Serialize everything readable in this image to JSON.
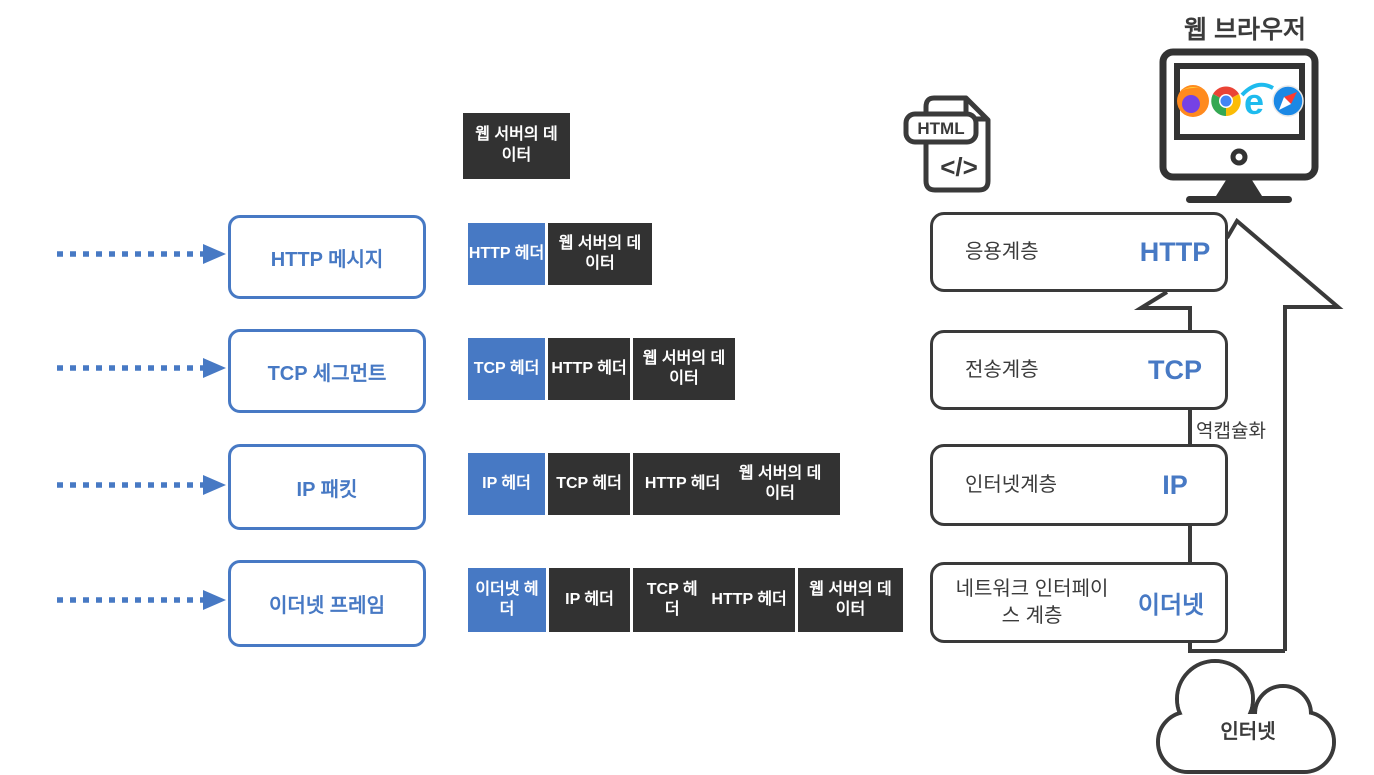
{
  "colors": {
    "accent_blue": "#4779c4",
    "block_dark": "#323232",
    "line_dark": "#3a3a3a"
  },
  "browser": {
    "title": "웹 브라우저"
  },
  "source_data_block": {
    "label": "웹 서버의 데이터"
  },
  "left_units": [
    {
      "label": "HTTP 메시지"
    },
    {
      "label": "TCP 세그먼트"
    },
    {
      "label": "IP 패킷"
    },
    {
      "label": "이더넷 프레임"
    }
  ],
  "pdu_rows": [
    {
      "segments": [
        {
          "style": "blue",
          "labels": [
            "HTTP 헤더"
          ]
        },
        {
          "style": "dark",
          "labels": [
            "웹 서버의 데이터"
          ]
        }
      ]
    },
    {
      "segments": [
        {
          "style": "blue",
          "labels": [
            "TCP 헤더"
          ]
        },
        {
          "style": "dark",
          "labels": [
            "HTTP 헤더"
          ]
        },
        {
          "style": "dark",
          "labels": [
            "웹 서버의 데이터"
          ]
        }
      ]
    },
    {
      "segments": [
        {
          "style": "blue",
          "labels": [
            "IP 헤더"
          ]
        },
        {
          "style": "dark",
          "labels": [
            "TCP 헤더"
          ]
        },
        {
          "style": "dark",
          "labels": [
            "HTTP 헤더",
            "웹 서버의 데이터"
          ]
        }
      ]
    },
    {
      "segments": [
        {
          "style": "blue",
          "labels": [
            "이더넷 헤더"
          ]
        },
        {
          "style": "dark",
          "labels": [
            "IP 헤더"
          ]
        },
        {
          "style": "dark",
          "labels": [
            "TCP 헤더",
            "HTTP 헤더"
          ]
        },
        {
          "style": "dark",
          "labels": [
            "웹 서버의 데이터"
          ]
        }
      ]
    }
  ],
  "layers": [
    {
      "name": "응용계층",
      "protocol": "HTTP"
    },
    {
      "name": "전송계층",
      "protocol": "TCP"
    },
    {
      "name": "인터넷계층",
      "protocol": "IP"
    },
    {
      "name": "네트워크 인터페이스 계층",
      "protocol": "이더넷"
    }
  ],
  "decapsulation_label": "역캡슐화",
  "cloud_label": "인터넷",
  "file_icon": {
    "badge": "HTML",
    "code": "</>"
  }
}
